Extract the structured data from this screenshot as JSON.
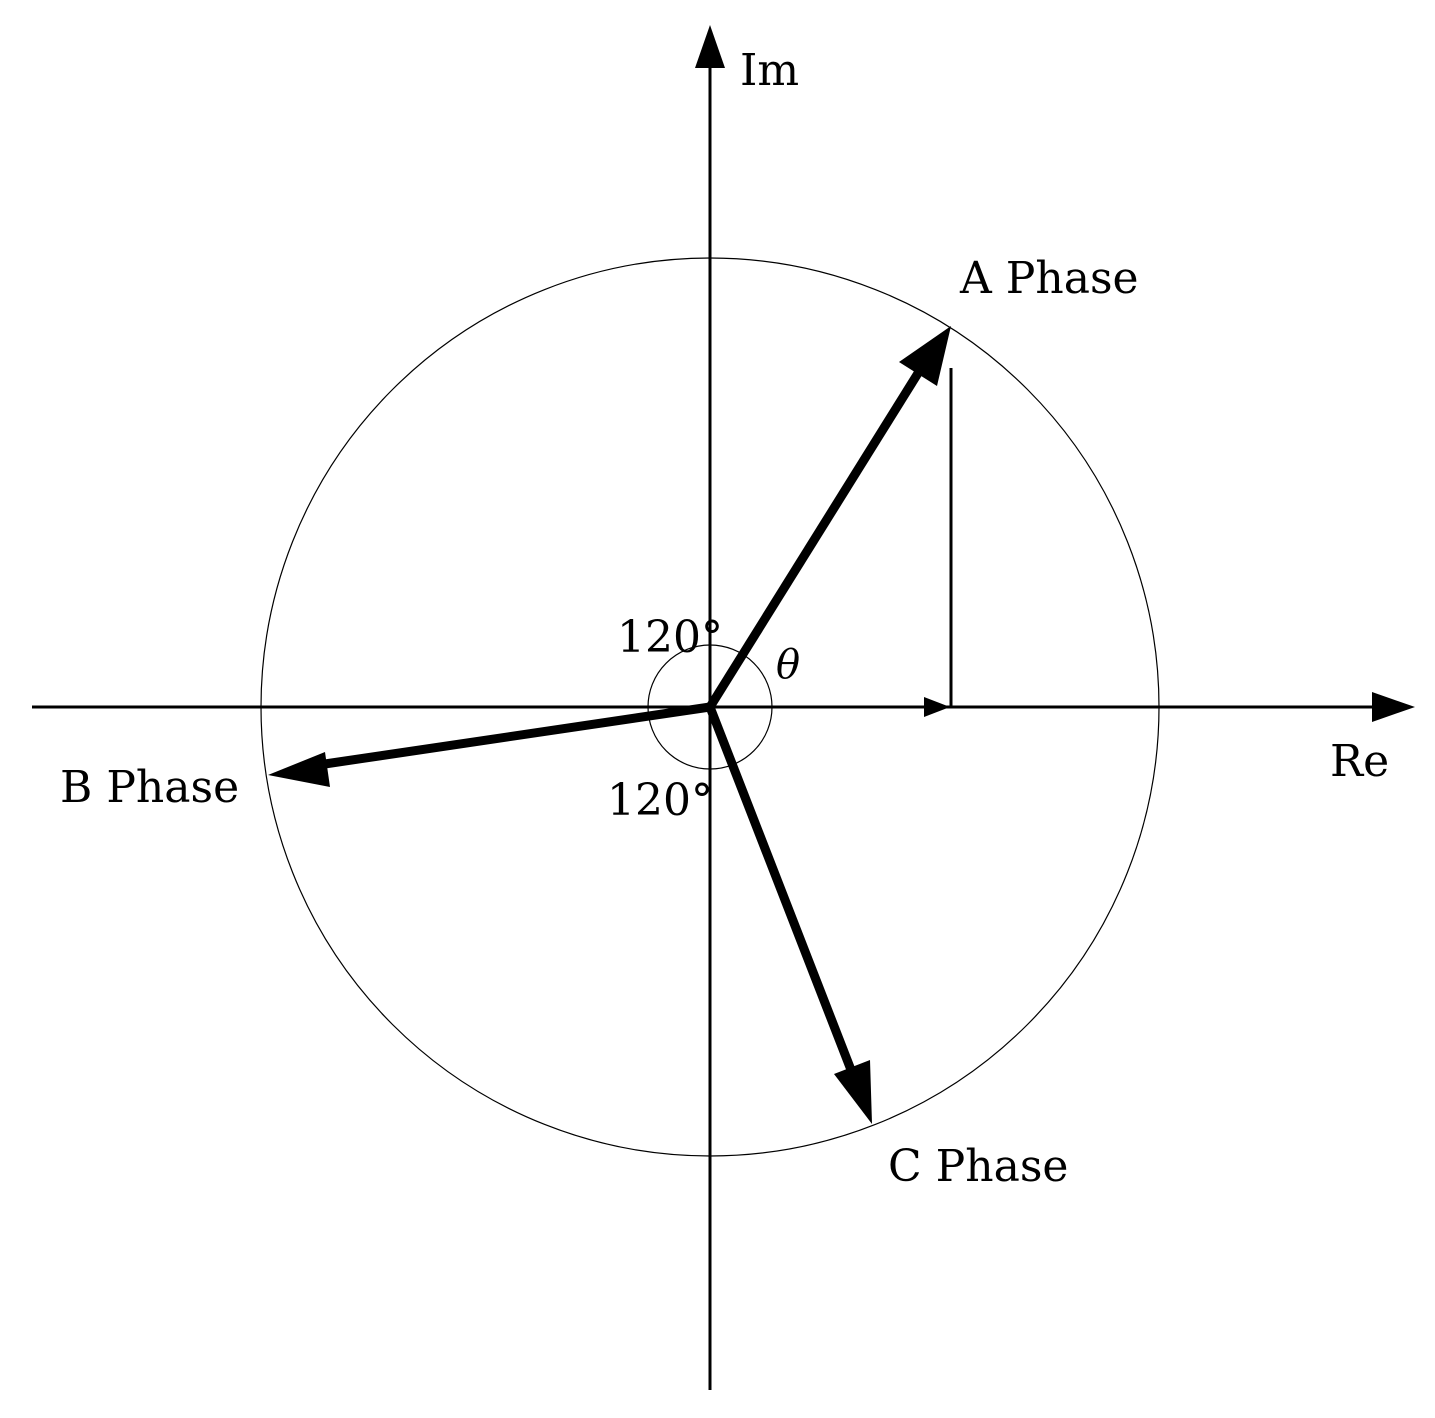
{
  "diagram": {
    "axes": {
      "real_label": "Re",
      "imag_label": "Im"
    },
    "phasors": [
      {
        "id": "a",
        "label": "A Phase"
      },
      {
        "id": "b",
        "label": "B Phase"
      },
      {
        "id": "c",
        "label": "C Phase"
      }
    ],
    "angle_labels": {
      "upper": "120°",
      "lower": "120°",
      "theta": "θ"
    },
    "colors": {
      "stroke": "#000000",
      "background": "#ffffff"
    }
  }
}
